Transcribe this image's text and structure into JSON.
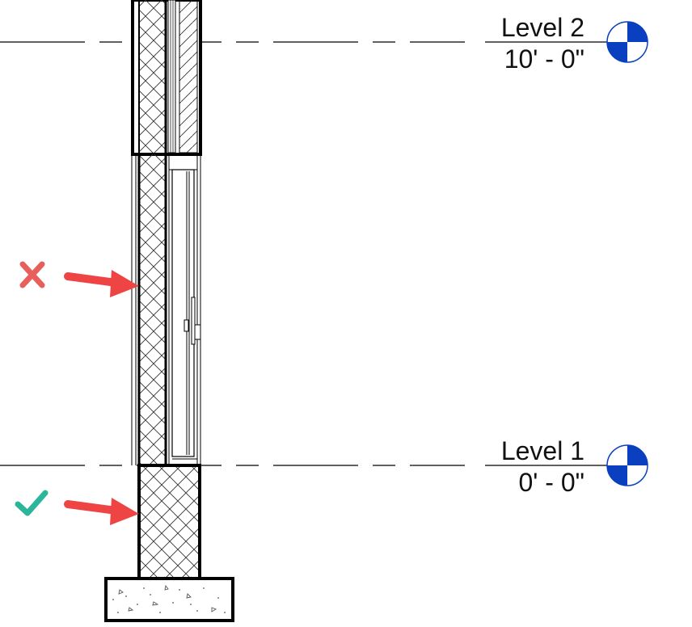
{
  "levels": [
    {
      "name": "Level 2",
      "elevation": "10' - 0\""
    },
    {
      "name": "Level 1",
      "elevation": "0' - 0\""
    }
  ],
  "annotations": [
    {
      "kind": "incorrect",
      "icon": "x-mark-icon",
      "color": "#e8605c"
    },
    {
      "kind": "correct",
      "icon": "check-mark-icon",
      "color": "#2bb59a"
    }
  ],
  "colors": {
    "arrow": "#ef4444",
    "level_marker": "#0a3fbf",
    "linework": "#000000"
  }
}
